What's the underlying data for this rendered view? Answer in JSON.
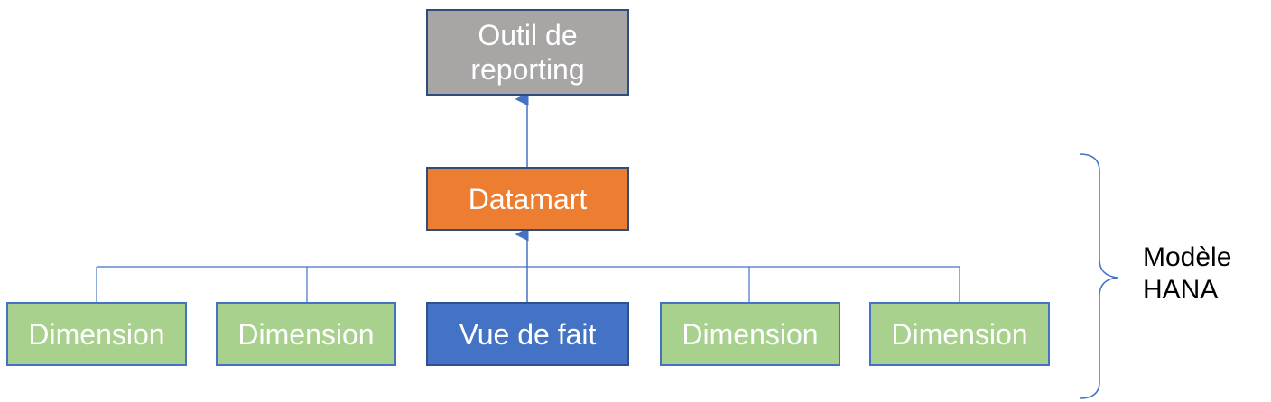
{
  "diagram": {
    "reporting_tool": {
      "line1": "Outil de",
      "line2": "reporting"
    },
    "datamart": "Datamart",
    "leaves": [
      {
        "label": "Dimension",
        "kind": "dimension"
      },
      {
        "label": "Dimension",
        "kind": "dimension"
      },
      {
        "label": "Vue de fait",
        "kind": "fact"
      },
      {
        "label": "Dimension",
        "kind": "dimension"
      },
      {
        "label": "Dimension",
        "kind": "dimension"
      }
    ],
    "group_label": {
      "line1": "Modèle",
      "line2": "HANA"
    }
  },
  "colors": {
    "reporting_tool": "#a8a5a5",
    "datamart": "#ed7d31",
    "dimension": "#a9d18e",
    "fact": "#4472c4",
    "connector": "#4472c4"
  }
}
